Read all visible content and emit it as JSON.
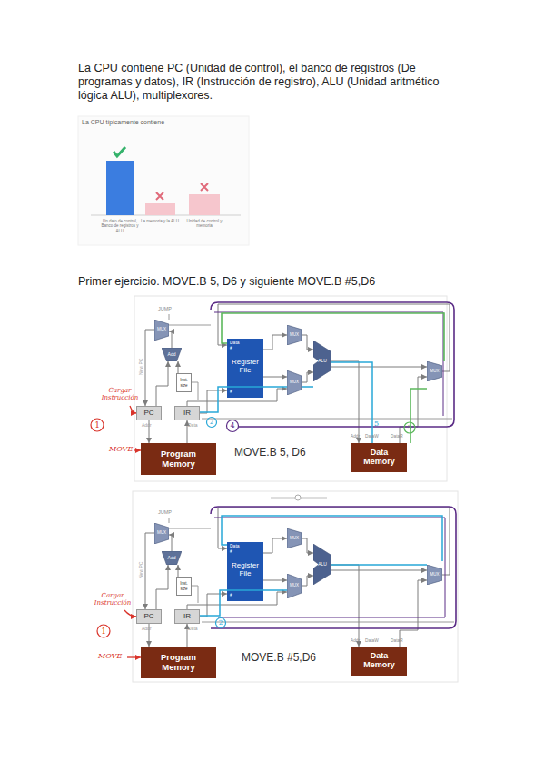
{
  "diagram": {
    "nodes": [
      {
        "text": [
          "MUX"
        ]
      },
      {
        "text": [
          "Add"
        ]
      },
      {
        "text": [
          "Inst. size"
        ]
      },
      {
        "text": [
          "Data",
          "#",
          "Register File",
          "#"
        ]
      },
      {
        "text": [
          "MUX"
        ]
      },
      {
        "text": [
          "MUX"
        ]
      },
      {
        "text": [
          "ALU"
        ]
      },
      {
        "text": [
          "MUX"
        ]
      },
      {
        "text": [
          "PC"
        ]
      },
      {
        "text": [
          "IR"
        ]
      },
      {
        "text": [
          "Program Memory"
        ]
      },
      {
        "text": [
          "Data Memory"
        ]
      },
      {
        "text": [
          "MUX"
        ]
      },
      {
        "text": [
          "Add"
        ]
      },
      {
        "text": [
          "Inst. size"
        ]
      },
      {
        "text": [
          "Data",
          "#",
          "Register File",
          "#"
        ]
      },
      {
        "text": [
          "MUX"
        ]
      },
      {
        "text": [
          "MUX"
        ]
      },
      {
        "text": [
          "ALU"
        ]
      },
      {
        "text": [
          "MUX"
        ]
      },
      {
        "text": [
          "PC"
        ]
      },
      {
        "text": [
          "IR"
        ]
      },
      {
        "text": [
          "Program Memory"
        ]
      },
      {
        "text": [
          "Data Memory"
        ]
      }
    ],
    "edges": [
      {
        "from": 8,
        "to": 10,
        "arrow": "to"
      },
      {
        "from": 10,
        "to": 9,
        "arrow": "to"
      },
      {
        "from": 9,
        "to": 3,
        "arrow": "to"
      },
      {
        "from": 8,
        "to": 1,
        "arrow": "to"
      },
      {
        "from": 2,
        "to": 1,
        "arrow": "to"
      },
      {
        "from": 1,
        "to": 0,
        "arrow": "to"
      },
      {
        "from": 0,
        "to": 8,
        "arrow": "to"
      },
      {
        "from": 3,
        "to": 4,
        "arrow": "to"
      },
      {
        "from": 3,
        "to": 5,
        "arrow": "to"
      },
      {
        "from": 4,
        "to": 6,
        "arrow": "to"
      },
      {
        "from": 5,
        "to": 6,
        "arrow": "to"
      },
      {
        "from": 6,
        "to": 11,
        "arrow": "to"
      },
      {
        "from": 11,
        "to": 7,
        "arrow": "to"
      },
      {
        "from": 6,
        "to": 7,
        "arrow": "to"
      },
      {
        "from": 7,
        "to": 3,
        "arrow": "to"
      },
      {
        "from": 9,
        "to": 5,
        "arrow": "to"
      },
      {
        "from": 20,
        "to": 22,
        "arrow": "to"
      },
      {
        "from": 22,
        "to": 21,
        "arrow": "to"
      },
      {
        "from": 21,
        "to": 15,
        "arrow": "to"
      },
      {
        "from": 20,
        "to": 13,
        "arrow": "to"
      },
      {
        "from": 14,
        "to": 13,
        "arrow": "to"
      },
      {
        "from": 13,
        "to": 12,
        "arrow": "to"
      },
      {
        "from": 12,
        "to": 20,
        "arrow": "to"
      },
      {
        "from": 15,
        "to": 16,
        "arrow": "to"
      },
      {
        "from": 15,
        "to": 17,
        "arrow": "to"
      },
      {
        "from": 16,
        "to": 18,
        "arrow": "to"
      },
      {
        "from": 17,
        "to": 18,
        "arrow": "to"
      },
      {
        "from": 18,
        "to": 23,
        "arrow": "to"
      },
      {
        "from": 23,
        "to": 19,
        "arrow": "to"
      },
      {
        "from": 18,
        "to": 19,
        "arrow": "to"
      },
      {
        "from": 19,
        "to": 15,
        "arrow": "to"
      },
      {
        "from": 21,
        "to": 17,
        "arrow": "to"
      }
    ],
    "labels": [
      "La CPU contiene PC (Unidad de control), el banco de registros (De programas y datos), IR (Instrucción de registro), ALU (Unidad aritmético lógica ALU), multiplexores.",
      "La CPU típicamente contiene",
      "Un dato de control, Banco de registros y ALU",
      "La memoria y la ALU",
      "Unidad de control y memoria",
      "Primer ejercicio. MOVE.B 5, D6 y siguiente MOVE.B #5,D6",
      "JUMP",
      "New PC",
      "Addr",
      "Data",
      "Cargar Instrucción",
      "1",
      "MOVE",
      "2",
      "4",
      "DataW",
      "DataR",
      "Addr",
      "5",
      "3",
      "MOVE.B 5, D6",
      "JUMP",
      "New PC",
      "Addr",
      "Data",
      "Cargar Instrucción",
      "1",
      "MOVE",
      "2",
      "DataW",
      "DataR",
      "Addr",
      "MOVE.B #5,D6"
    ]
  }
}
